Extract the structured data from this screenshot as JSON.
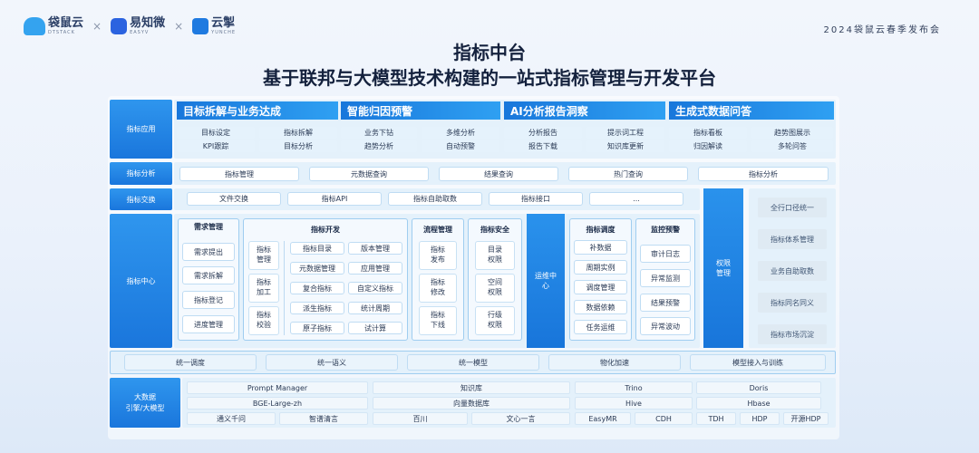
{
  "header": {
    "logos": [
      {
        "cn": "袋鼠云",
        "en": "DTSTACK",
        "color": "#34a3ef"
      },
      {
        "cn": "易知微",
        "en": "EASYV",
        "color": "#2b63e0"
      },
      {
        "cn": "云掣",
        "en": "YUNCHE",
        "color": "#1f7ae0"
      }
    ],
    "sep": "×",
    "event": "2024袋鼠云春季发布会"
  },
  "title": {
    "line1": "指标中台",
    "line2": "基于联邦与大模型技术构建的一站式指标管理与开发平台"
  },
  "rows": {
    "app": "指标应用",
    "analysis": "指标分析",
    "exchange": "指标交换",
    "center": "指标中心",
    "bigdata": "大数据\n引擎/大模型"
  },
  "app_sections": [
    {
      "title": "目标拆解与业务达成",
      "items": [
        "目标设定",
        "指标拆解",
        "KPI跟踪",
        "目标分析"
      ]
    },
    {
      "title": "智能归因预警",
      "items": [
        "业务下钻",
        "多维分析",
        "趋势分析",
        "自动预警"
      ]
    },
    {
      "title": "AI分析报告洞察",
      "items": [
        "分析报告",
        "提示词工程",
        "报告下载",
        "知识库更新"
      ]
    },
    {
      "title": "生成式数据问答",
      "items": [
        "指标看板",
        "趋势图展示",
        "归因解读",
        "多轮问答"
      ]
    }
  ],
  "analysis_items": [
    "指标管理",
    "元数据查询",
    "结果查询",
    "热门查询",
    "指标分析"
  ],
  "exchange_items": [
    "文件交换",
    "指标API",
    "指标自助取数",
    "指标接口",
    "..."
  ],
  "demand": {
    "title": "需求管理",
    "items": [
      "需求提出",
      "需求拆解",
      "指标登记",
      "进度管理"
    ]
  },
  "dev": {
    "title": "指标开发",
    "left": [
      "指标\n管理",
      "指标\n加工",
      "指标\n校验"
    ],
    "grid": [
      [
        "指标目录",
        "版本管理"
      ],
      [
        "元数据管理",
        "应用管理"
      ],
      [
        "复合指标",
        "自定义指标"
      ],
      [
        "派生指标",
        "统计周期"
      ],
      [
        "原子指标",
        "试计算"
      ]
    ]
  },
  "flow": {
    "title": "流程管理",
    "items": [
      "指标\n发布",
      "指标\n修改",
      "指标\n下线"
    ]
  },
  "security": {
    "title": "指标安全",
    "items": [
      "目录\n权限",
      "空间\n权限",
      "行级\n权限"
    ]
  },
  "ops_center": "运维中\n心",
  "schedule": {
    "title": "指标调度",
    "items": [
      "补数据",
      "周期实例",
      "调度管理",
      "数据依赖",
      "任务运维"
    ]
  },
  "monitor": {
    "title": "监控预警",
    "items": [
      "审计日志",
      "异常监测",
      "结果预警",
      "异常波动"
    ]
  },
  "permission": "权限\n管理",
  "right_col": [
    "全行口径统一",
    "指标体系管理",
    "业务自助取数",
    "指标同名同义",
    "指标市场沉淀"
  ],
  "unified_items": [
    "统一调度",
    "统一语义",
    "统一模型",
    "物化加速",
    "模型接入与训练"
  ],
  "bigdata": {
    "row1": [
      "Prompt Manager",
      "知识库",
      "Trino",
      "Doris"
    ],
    "row2": [
      "BGE-Large-zh",
      "向量数据库",
      "Hive",
      "Hbase"
    ],
    "row3": [
      "通义千问",
      "智谱清言",
      "百川",
      "文心一言",
      "EasyMR",
      "CDH",
      "TDH",
      "HDP",
      "开源HDP"
    ]
  },
  "colors": {
    "accent": "#1a76dc",
    "accent_light": "#2fa0f2",
    "title": "#14213d"
  }
}
